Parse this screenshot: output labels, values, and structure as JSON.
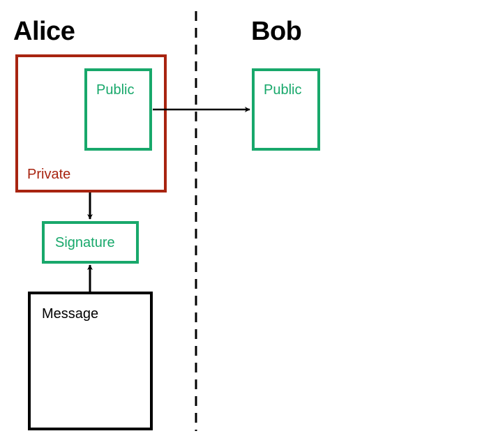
{
  "colors": {
    "private": "#a82410",
    "public": "#18a86b",
    "message": "#000000",
    "divider": "#000000"
  },
  "alice": {
    "heading": "Alice",
    "private_key_label": "Private",
    "public_key_label": "Public",
    "signature_label": "Signature",
    "message_label": "Message"
  },
  "bob": {
    "heading": "Bob",
    "public_key_label": "Public"
  }
}
